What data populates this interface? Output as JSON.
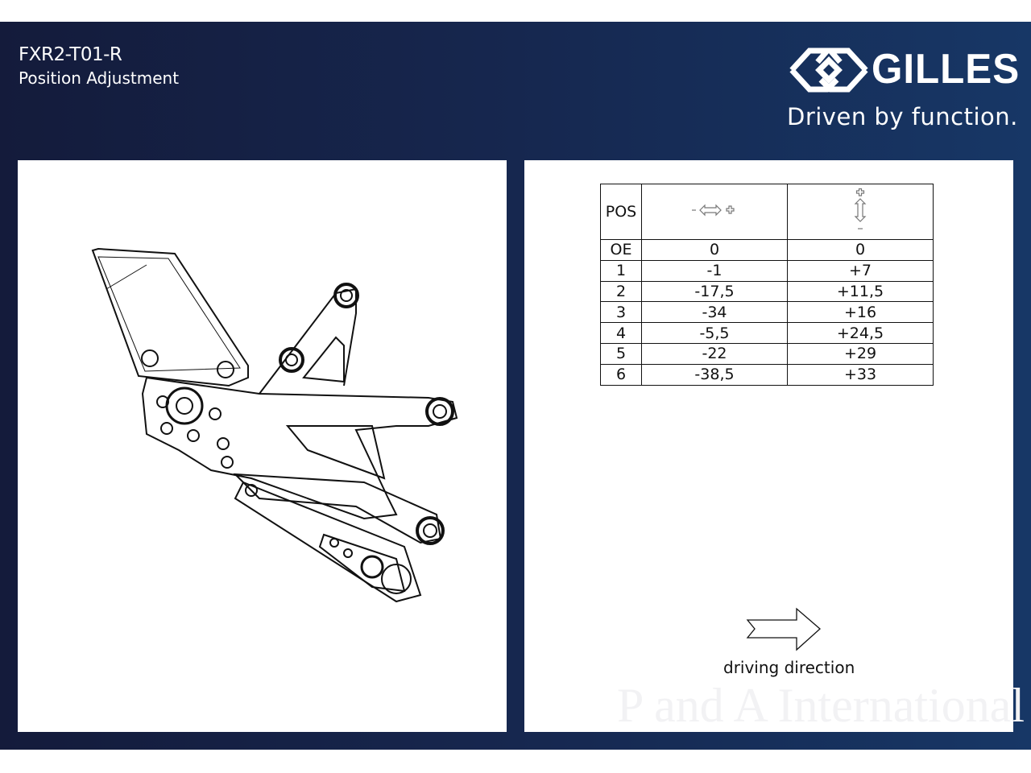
{
  "header": {
    "part_number": "FXR2-T01-R",
    "subtitle": "Position Adjustment"
  },
  "brand": {
    "name": "GILLES",
    "tagline": "Driven by function."
  },
  "table": {
    "headers": {
      "pos": "POS",
      "horizontal_icon": "horizontal-adjust-icon",
      "vertical_icon": "vertical-adjust-icon"
    },
    "rows": [
      {
        "pos": "OE",
        "h": "0",
        "v": "0"
      },
      {
        "pos": "1",
        "h": "-1",
        "v": "+7"
      },
      {
        "pos": "2",
        "h": "-17,5",
        "v": "+11,5"
      },
      {
        "pos": "3",
        "h": "-34",
        "v": "+16"
      },
      {
        "pos": "4",
        "h": "-5,5",
        "v": "+24,5"
      },
      {
        "pos": "5",
        "h": "-22",
        "v": "+29"
      },
      {
        "pos": "6",
        "h": "-38,5",
        "v": "+33"
      }
    ]
  },
  "direction": {
    "label": "driving direction"
  },
  "watermark": "P and A International",
  "colors": {
    "bg_left": "#141b3b",
    "bg_right": "#173766"
  }
}
